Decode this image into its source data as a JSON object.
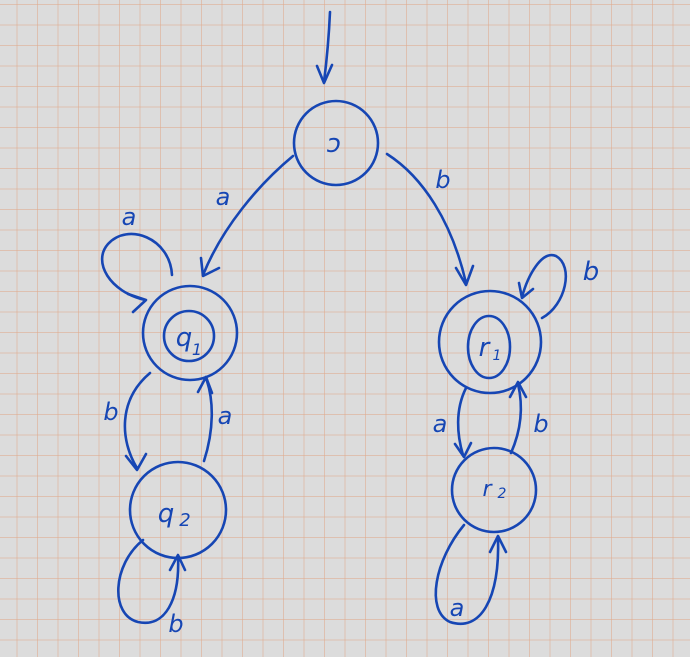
{
  "diagram": {
    "states": [
      {
        "id": "s",
        "label": "ɔ",
        "accepting": false,
        "initial": true
      },
      {
        "id": "q1",
        "label": "q",
        "subscript": "1",
        "accepting": true,
        "initial": false
      },
      {
        "id": "q2",
        "label": "q",
        "subscript": "2",
        "accepting": false,
        "initial": false
      },
      {
        "id": "r1",
        "label": "r",
        "subscript": "1",
        "accepting": true,
        "initial": false
      },
      {
        "id": "r2",
        "label": "r",
        "subscript": "2",
        "accepting": false,
        "initial": false
      }
    ],
    "transitions": [
      {
        "from": "s",
        "to": "q1",
        "label": "a"
      },
      {
        "from": "s",
        "to": "r1",
        "label": "b"
      },
      {
        "from": "q1",
        "to": "q1",
        "label": "a"
      },
      {
        "from": "q1",
        "to": "q2",
        "label": "b"
      },
      {
        "from": "q2",
        "to": "q1",
        "label": "a"
      },
      {
        "from": "q2",
        "to": "q2",
        "label": "b"
      },
      {
        "from": "r1",
        "to": "r1",
        "label": "b"
      },
      {
        "from": "r1",
        "to": "r2",
        "label": "a"
      },
      {
        "from": "r2",
        "to": "r1",
        "label": "b"
      },
      {
        "from": "r2",
        "to": "r2",
        "label": "a"
      }
    ]
  },
  "colors": {
    "ink": "#1646b4",
    "paper": "#dcdcdc",
    "grid": "#e0aa8c"
  }
}
